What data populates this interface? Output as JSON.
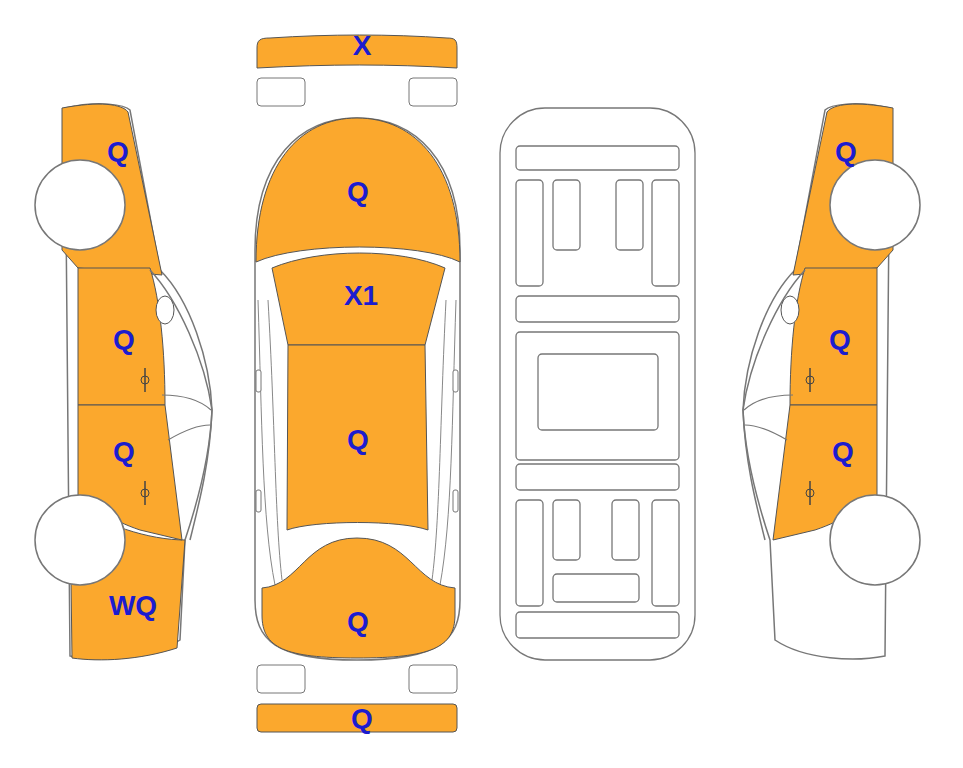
{
  "diagram": {
    "labels": [
      "X",
      "Q",
      "Q",
      "Q",
      "X1",
      "Q",
      "Q",
      "Q",
      "Q",
      "Q",
      "WQ",
      "Q",
      "Q"
    ]
  }
}
